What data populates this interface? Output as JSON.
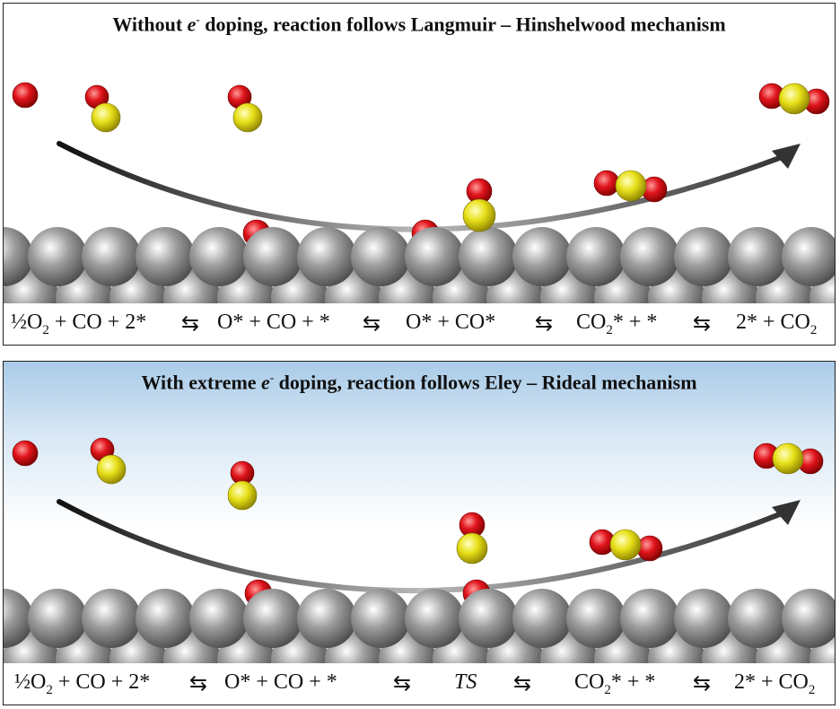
{
  "panels": [
    {
      "id": "top",
      "title_lead": "Without ",
      "title_e": "e",
      "title_sup": "-",
      "title_rest": " doping, reaction follows Langmuir – Hinshelwood mechanism",
      "equation": [
        {
          "pre": "½O",
          "sub": "2",
          "post": " + CO + 2*"
        },
        {
          "pre": "O* + CO + *",
          "sub": "",
          "post": ""
        },
        {
          "pre": "O* + CO*",
          "sub": "",
          "post": ""
        },
        {
          "pre": "CO",
          "sub": "2",
          "post": "* + *"
        },
        {
          "pre": "2* + CO",
          "sub": "2",
          "post": ""
        }
      ],
      "arrow_symbol": "⇆"
    },
    {
      "id": "bottom",
      "title_lead": "With extreme ",
      "title_e": "e",
      "title_sup": "-",
      "title_rest": " doping, reaction follows Eley – Rideal mechanism",
      "equation": [
        {
          "pre": "½O",
          "sub": "2",
          "post": "  + CO + 2*"
        },
        {
          "pre": "O* + CO + *",
          "sub": "",
          "post": ""
        },
        {
          "pre": "TS",
          "sub": "",
          "post": "",
          "italic": true
        },
        {
          "pre": "CO",
          "sub": "2",
          "post": "* + *"
        },
        {
          "pre": "2* + CO",
          "sub": "2",
          "post": ""
        }
      ],
      "arrow_symbol": "⇆"
    }
  ],
  "colors": {
    "oxygen": "#e0141b",
    "carbon": "#e8e019",
    "surface": "#9c9c9c",
    "arrow": "#333333"
  }
}
